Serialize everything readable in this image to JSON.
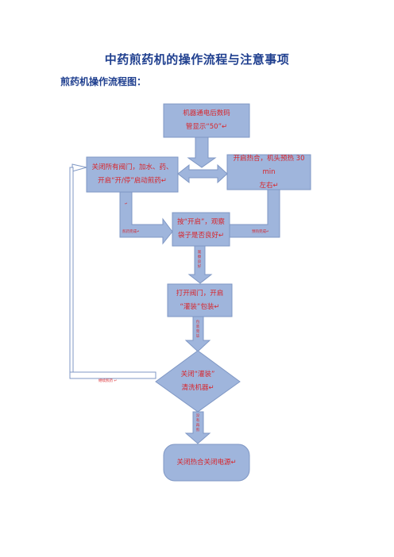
{
  "page": {
    "title": "中药煎药机的操作流程与注意事项",
    "section_title": "煎药机操作流程图："
  },
  "colors": {
    "box_fill": "#9fb5dc",
    "box_stroke": "#7f97c4",
    "text": "#d8252b",
    "title": "#1f3f8f"
  },
  "flowchart": {
    "nodes": {
      "start": {
        "line1": "机器通电后数码",
        "line2": "管显示“50”↵"
      },
      "left": {
        "line1": "关闭所有阀门，加水、药、",
        "line2": "开启“开/停”启动煎药↵"
      },
      "right": {
        "line1": "开启热合，机头预热 30 min",
        "line2": "左右↵"
      },
      "middle": {
        "line1": "按“开启”，观察",
        "line2": "袋子是否良好↵"
      },
      "pack": {
        "line1": "打开阀门，开启",
        "line2": "“灌装”包装↵"
      },
      "decision": {
        "line1": "关闭“灌装”",
        "line2": "清洗机器↵"
      },
      "end": {
        "line1": "关闭热合关闭电源↵"
      }
    },
    "edge_labels": {
      "decoct_done": "煎药完成↵",
      "preheat_done": "预热完成↵",
      "left_dot": "↵",
      "observe_good": "观察良好",
      "packing_done": "包装完毕",
      "no_more": "没有再煎",
      "continue": "继续煎药 ↵"
    }
  }
}
